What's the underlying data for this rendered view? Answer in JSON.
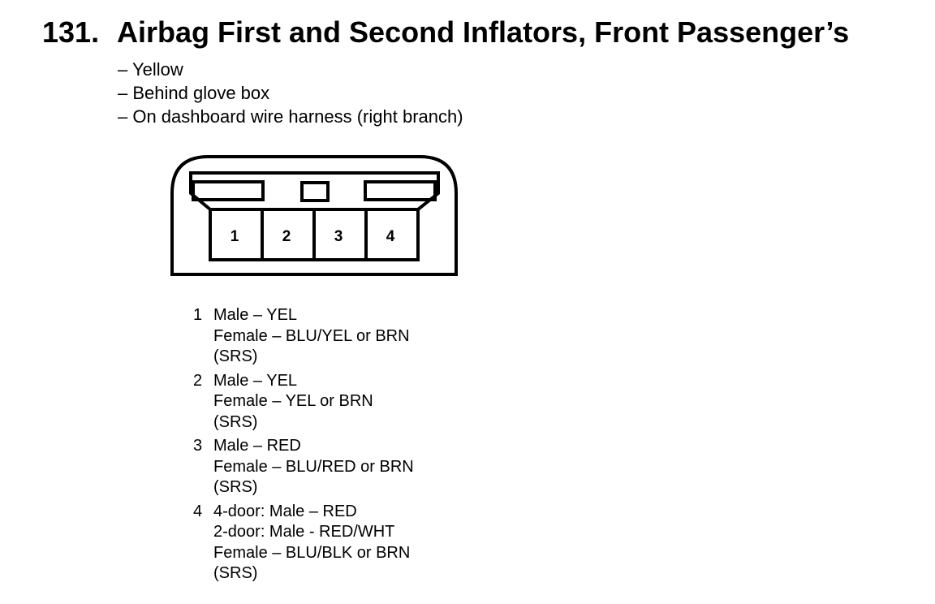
{
  "title": {
    "number": "131.",
    "text": "Airbag First and Second Inflators, Front Passenger’s"
  },
  "specs": [
    "– Yellow",
    "– Behind glove box",
    "– On dashboard wire harness (right branch)"
  ],
  "connector": {
    "cavities": [
      "1",
      "2",
      "3",
      "4"
    ]
  },
  "pins": [
    {
      "number": "1",
      "lines": [
        "Male – YEL",
        "Female – BLU/YEL or BRN",
        "(SRS)"
      ]
    },
    {
      "number": "2",
      "lines": [
        "Male – YEL",
        "Female – YEL or BRN",
        "(SRS)"
      ]
    },
    {
      "number": "3",
      "lines": [
        "Male – RED",
        "Female – BLU/RED or BRN",
        "(SRS)"
      ]
    },
    {
      "number": "4",
      "lines": [
        "4-door: Male – RED",
        "2-door: Male - RED/WHT",
        "Female – BLU/BLK or BRN",
        "(SRS)"
      ]
    }
  ]
}
